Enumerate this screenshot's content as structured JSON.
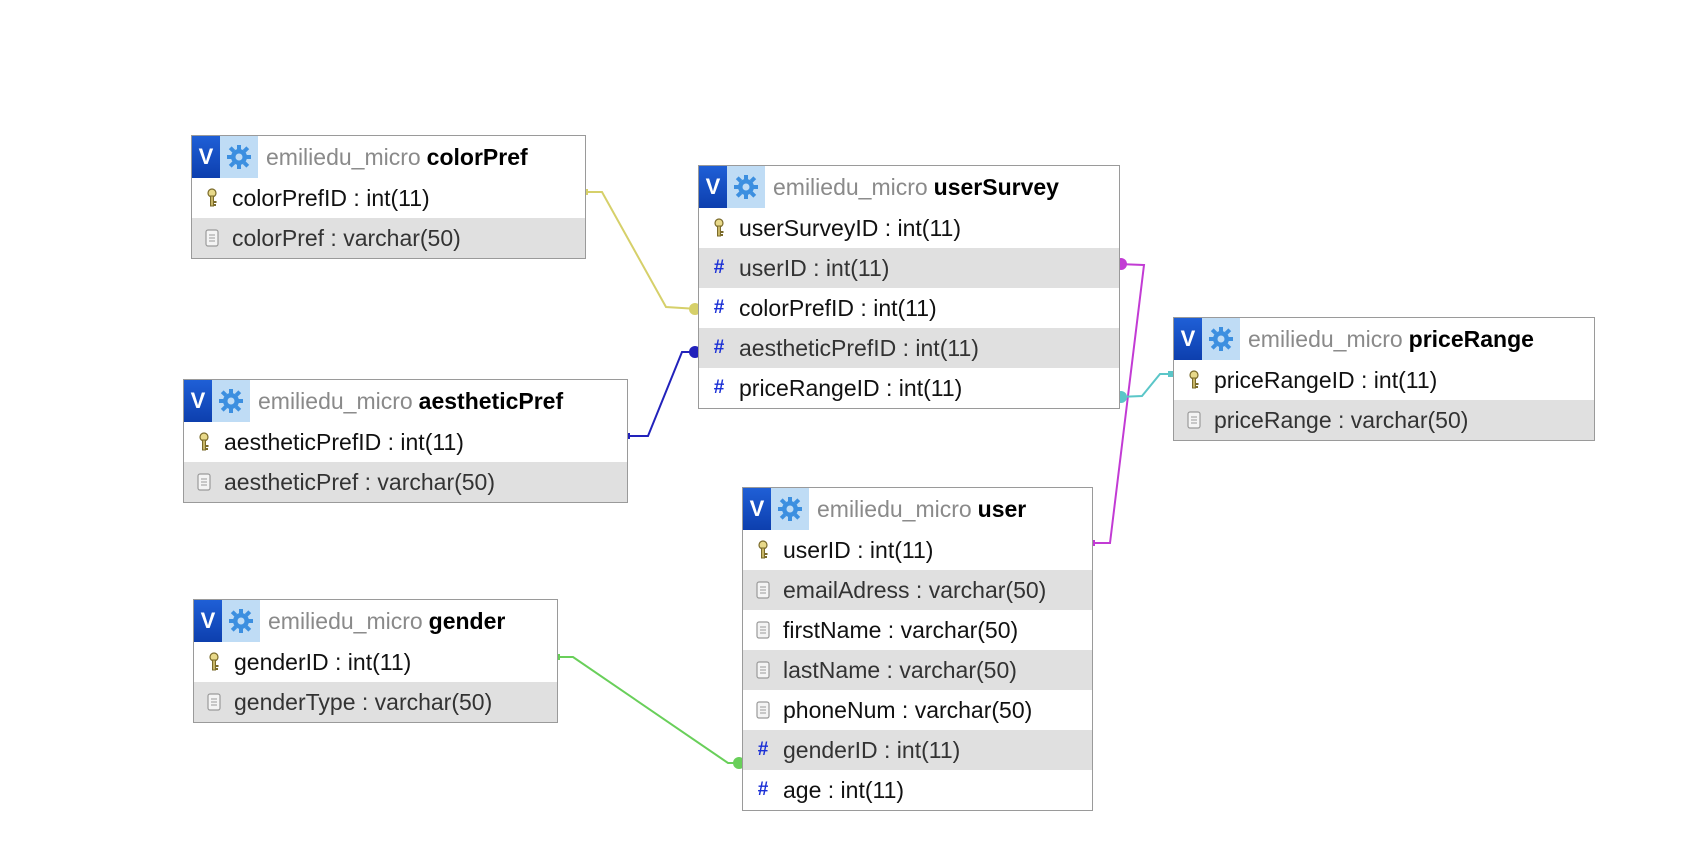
{
  "tables": [
    {
      "id": "colorPref",
      "db": "emiliedu_micro",
      "name": "colorPref",
      "fields": [
        {
          "icon": "key",
          "label": "colorPrefID : int(11)"
        },
        {
          "icon": "text",
          "label": "colorPref : varchar(50)"
        }
      ]
    },
    {
      "id": "aestheticPref",
      "db": "emiliedu_micro",
      "name": "aestheticPref",
      "fields": [
        {
          "icon": "key",
          "label": "aestheticPrefID : int(11)"
        },
        {
          "icon": "text",
          "label": "aestheticPref : varchar(50)"
        }
      ]
    },
    {
      "id": "gender",
      "db": "emiliedu_micro",
      "name": "gender",
      "fields": [
        {
          "icon": "key",
          "label": "genderID : int(11)"
        },
        {
          "icon": "text",
          "label": "genderType : varchar(50)"
        }
      ]
    },
    {
      "id": "userSurvey",
      "db": "emiliedu_micro",
      "name": "userSurvey",
      "fields": [
        {
          "icon": "key",
          "label": "userSurveyID : int(11)"
        },
        {
          "icon": "num",
          "label": "userID : int(11)"
        },
        {
          "icon": "num",
          "label": "colorPrefID : int(11)"
        },
        {
          "icon": "num",
          "label": "aestheticPrefID : int(11)"
        },
        {
          "icon": "num",
          "label": "priceRangeID : int(11)"
        }
      ]
    },
    {
      "id": "priceRange",
      "db": "emiliedu_micro",
      "name": "priceRange",
      "fields": [
        {
          "icon": "key",
          "label": "priceRangeID : int(11)"
        },
        {
          "icon": "text",
          "label": "priceRange : varchar(50)"
        }
      ]
    },
    {
      "id": "user",
      "db": "emiliedu_micro",
      "name": "user",
      "fields": [
        {
          "icon": "key",
          "label": "userID : int(11)"
        },
        {
          "icon": "text",
          "label": "emailAdress : varchar(50)"
        },
        {
          "icon": "text",
          "label": "firstName : varchar(50)"
        },
        {
          "icon": "text",
          "label": "lastName : varchar(50)"
        },
        {
          "icon": "text",
          "label": "phoneNum : varchar(50)"
        },
        {
          "icon": "num",
          "label": "genderID : int(11)"
        },
        {
          "icon": "num",
          "label": "age : int(11)"
        }
      ]
    }
  ],
  "header_buttons": {
    "view_label": "V"
  },
  "relations": [
    {
      "from": "colorPref.colorPrefID",
      "to": "userSurvey.colorPrefID",
      "color": "#d6d06a"
    },
    {
      "from": "aestheticPref.aestheticPrefID",
      "to": "userSurvey.aestheticPrefID",
      "color": "#2222bb"
    },
    {
      "from": "user.userID",
      "to": "userSurvey.userID",
      "color": "#c23bd4"
    },
    {
      "from": "priceRange.priceRangeID",
      "to": "userSurvey.priceRangeID",
      "color": "#5bc6c8"
    },
    {
      "from": "gender.genderID",
      "to": "user.genderID",
      "color": "#69cf5a"
    }
  ]
}
